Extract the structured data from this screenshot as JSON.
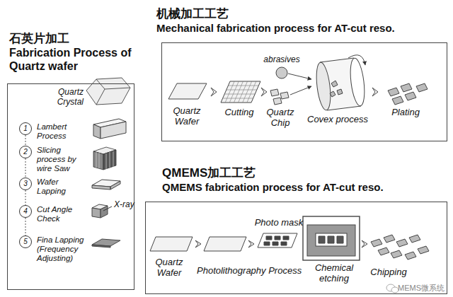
{
  "diagram": {
    "nodes": [
      {
        "text": [
          "石英片加工",
          "Fabrication Process of Quartz wafer"
        ]
      },
      {
        "text": [
          "1",
          "Lambert Process"
        ],
        "in": 0
      },
      {
        "text": [
          "2",
          "Slicing process by wire Saw"
        ],
        "in": 0
      },
      {
        "text": [
          "3",
          "Wafer Lapping"
        ],
        "in": 0
      },
      {
        "text": [
          "4",
          "Cut Angle Check"
        ],
        "in": 0
      },
      {
        "text": [
          "5",
          "Fina Lapping (Frequency Adjusting)"
        ],
        "in": 0
      },
      {
        "text": [
          "机械加工工艺",
          "Mechanical fabrication process for AT-cut reso."
        ]
      },
      {
        "text": [
          "QMEMS加工工艺",
          "QMEMS fabrication process for AT-cut reso."
        ]
      }
    ],
    "edges": [
      {
        "from": 1,
        "to": 2,
        "arrow": "none"
      },
      {
        "from": 2,
        "to": 3,
        "arrow": "none"
      },
      {
        "from": 3,
        "to": 4,
        "arrow": "none"
      },
      {
        "from": 4,
        "to": 5,
        "arrow": "none"
      }
    ],
    "labels": [
      "Quartz Crystal",
      "X-ray",
      "abrasives",
      "Quartz Wafer",
      "Cutting",
      "Quartz Chip",
      "Covex process",
      "Plating",
      "Photo mask",
      "Quartz Wafer",
      "Photolithography Process",
      "Chemical etching",
      "Chipping",
      "MEMS微系统"
    ]
  }
}
